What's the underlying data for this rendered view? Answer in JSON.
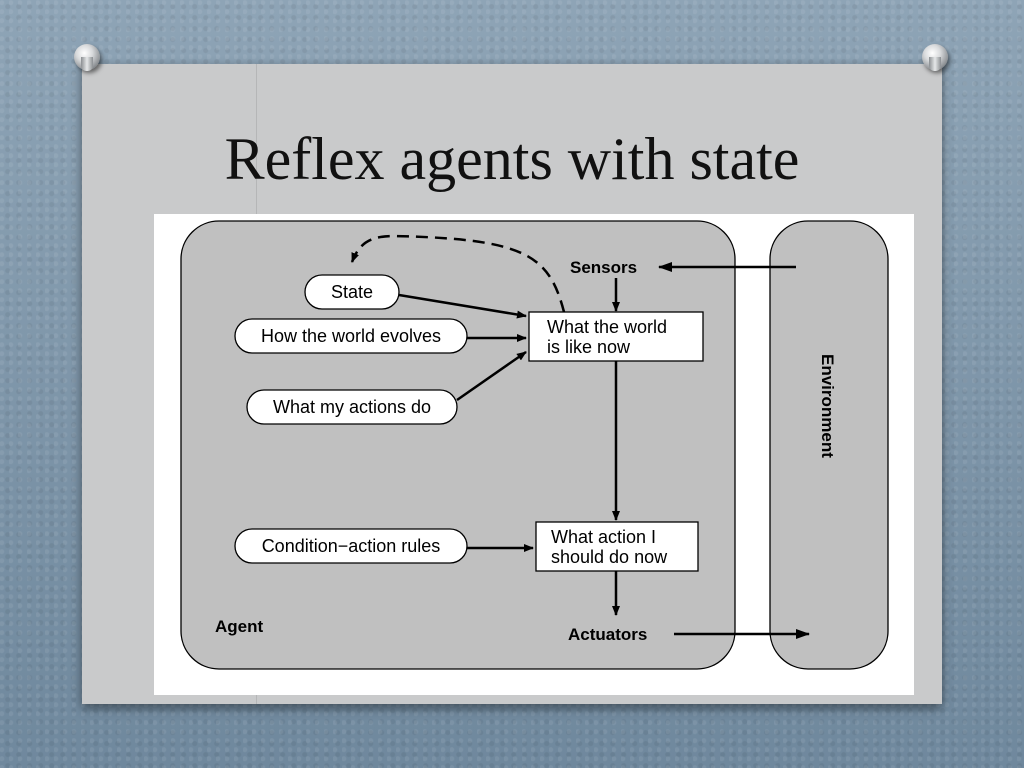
{
  "slide": {
    "title": "Reflex agents with state"
  },
  "diagram": {
    "agent_label": "Agent",
    "environment_label": "Environment",
    "sensors_label": "Sensors",
    "actuators_label": "Actuators",
    "inputs": {
      "state": "State",
      "world_evolves": "How the world evolves",
      "actions_do": "What my actions do",
      "rules": "Condition−action rules"
    },
    "boxes": {
      "world_now": [
        "What the world",
        "is like now"
      ],
      "action_now": [
        "What action I",
        "should do now"
      ]
    }
  }
}
